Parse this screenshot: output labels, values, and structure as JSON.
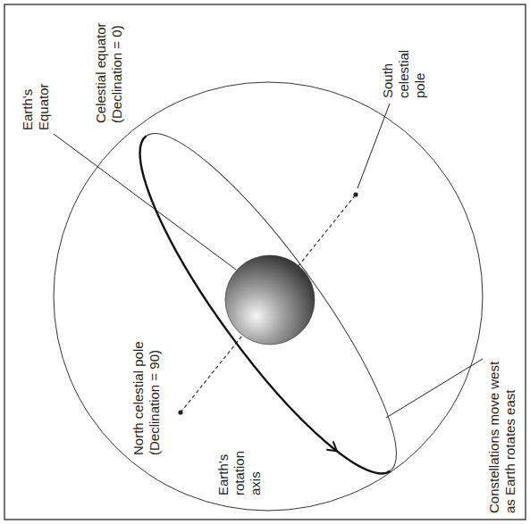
{
  "diagram": {
    "labels": [
      "Earth's Equator",
      "Celestial equator (Declination = 0)",
      "South celestial pole",
      "North celestial pole (Declination = 90)",
      "Earth's rotation axis",
      "Constellations move west as Earth rotates east"
    ]
  }
}
